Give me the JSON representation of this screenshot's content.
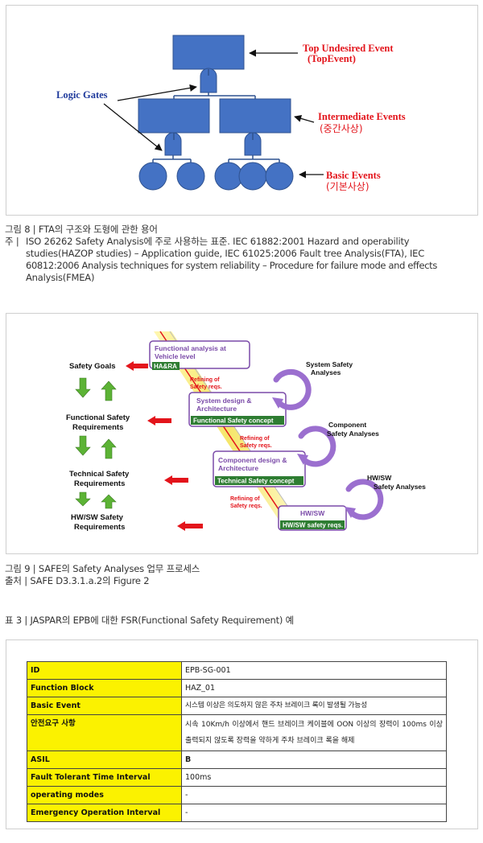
{
  "figure8": {
    "labels": {
      "top_event_1": "Top Undesired   Event",
      "top_event_2": "(TopEvent)",
      "logic_gates": "Logic Gates",
      "intermediate_1": "Intermediate Events",
      "intermediate_2": "(중간사상)",
      "basic_1": "Basic Events",
      "basic_2": "(기본사상)"
    },
    "caption": "그림 8 |  FTA의 구조와 도형에 관한 용어",
    "note_prefix": "주 |",
    "note_lines": [
      "ISO 26262 Safety Analysis에 주로 사용하는 표준. IEC 61882:2001 Hazard and operability",
      "studies(HAZOP studies) – Application guide, IEC 61025:2006 Fault tree Analysis(FTA), IEC",
      "60812:2006 Analysis techniques for system reliability – Procedure for failure mode and effects",
      "Analysis(FMEA)"
    ]
  },
  "figure9": {
    "left": {
      "safety_goals": "Safety Goals",
      "fsr_1": "Functional Safety",
      "fsr_2": "Requirements",
      "tsr_1": "Technical Safety",
      "tsr_2": "Requirements",
      "hwsw_1": "HW/SW Safety",
      "hwsw_2": "Requirements"
    },
    "boxes": {
      "b1_t1": "Functional analysis at",
      "b1_t2": "Vehicle level",
      "b1_tag": "HA&RA",
      "b2_t1": "System design &",
      "b2_t2": "Architecture",
      "b2_tag": "Functional Safety concept",
      "b3_t1": "Component design &",
      "b3_t2": "Architecture",
      "b3_tag": "Technical Safety concept",
      "b4_t1": "HW/SW",
      "b4_tag": "HW/SW safety reqs."
    },
    "refining": {
      "r1_1": "Refining of",
      "r1_2": "Safety reqs.",
      "r2_1": "Refining of",
      "r2_2": "Safety reqs.",
      "r3_1": "Refining of",
      "r3_2": "Safety reqs."
    },
    "analyses": {
      "a1_1": "System Safety",
      "a1_2": "Analyses",
      "a2_1": "Component",
      "a2_2": "Safety Analyses",
      "a3_1": "HW/SW",
      "a3_2": "Safety Analyses"
    },
    "caption_1": "그림 9 |  SAFE의 Safety Analyses 업무 프로세스",
    "caption_2": "출처 |  SAFE D3.3.1.a.2의 Figure 2"
  },
  "table3": {
    "caption": "표 3 |  JASPAR의 EPB에 대한 FSR(Functional Safety Requirement) 예",
    "rows": [
      {
        "key": "ID",
        "value": "EPB-SG-001"
      },
      {
        "key": "Function Block",
        "value": "HAZ_01"
      },
      {
        "key": "Basic Event",
        "value": "시스템 이상은 의도하지 않은 주차 브레이크 록이 발생될 가능성"
      },
      {
        "key": "안전요구 사항",
        "value": "시속 10Km/h 이상에서 핸드 브레이크 케이블에 OON 이상의 장력이 100ms 이상 출력되지 않도록 장력을 약하게 주차 브레이크 록을 해제"
      },
      {
        "key": "ASIL",
        "value": "B"
      },
      {
        "key": "Fault Tolerant Time Interval",
        "value": "100ms"
      },
      {
        "key": "operating modes",
        "value": "-"
      },
      {
        "key": "Emergency Operation Interval",
        "value": "-"
      }
    ]
  },
  "colors": {
    "fta_blue": "#4472c4",
    "label_red": "#e3141b",
    "logic_blue": "#1f3a9c",
    "tag_green": "#2e7d32",
    "purple": "#7a4aa8",
    "table_yellow": "#fbf200"
  }
}
